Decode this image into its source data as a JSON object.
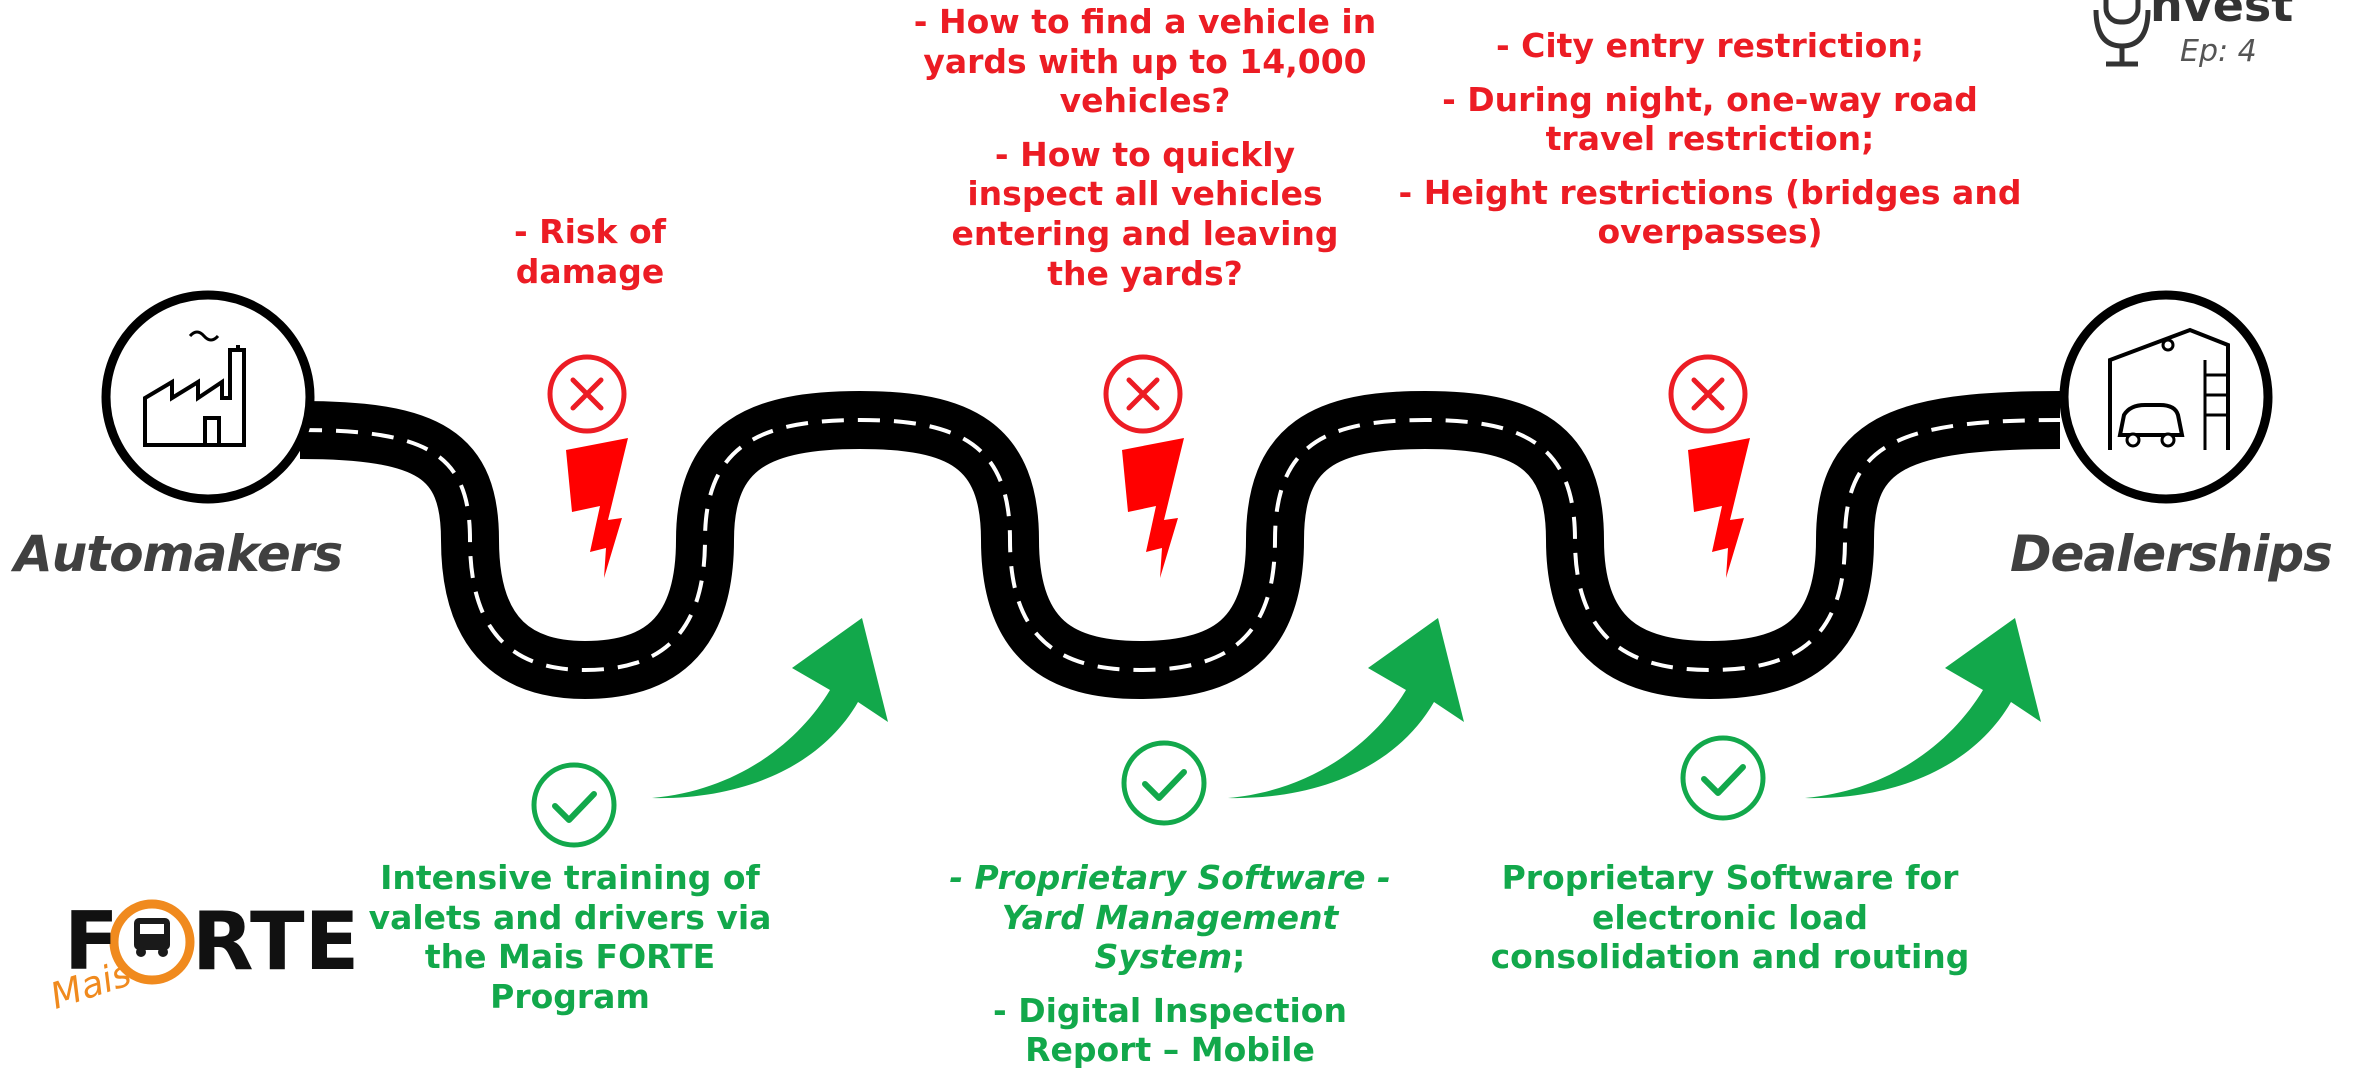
{
  "endpoints": {
    "start_label": "Automakers",
    "end_label": "Dealerships"
  },
  "podcast": {
    "brand_partial": "nvest",
    "episode": "Ep: 4"
  },
  "logo": {
    "text_f": "F",
    "text_rte": "RTE",
    "script": "Mais"
  },
  "challenges": [
    {
      "lines": [
        "- Risk of damage"
      ]
    },
    {
      "lines": [
        "- How to find a vehicle in yards with up to 14,000 vehicles?",
        "- How to quickly inspect all vehicles entering and leaving the yards?"
      ]
    },
    {
      "lines": [
        "- City entry restriction;",
        "- During night, one-way road travel restriction;",
        "- Height restrictions (bridges and overpasses)"
      ]
    }
  ],
  "solutions": [
    {
      "lines": [
        "Intensive training of valets and drivers via the Mais FORTE Program"
      ]
    },
    {
      "italic_line": "- Proprietary Software - Yard Management System",
      "italic_suffix": ";",
      "lines": [
        "- Digital Inspection Report – Mobile"
      ]
    },
    {
      "lines": [
        "Proprietary Software for electronic load consolidation and routing"
      ]
    }
  ],
  "colors": {
    "problem": "#ec1c24",
    "solution": "#12a84b",
    "road": "#000000",
    "label": "#404040"
  },
  "icons": {
    "start": "factory-icon",
    "end": "garage-car-icon",
    "problem": "x-circle-icon",
    "hazard": "lightning-bolt-icon",
    "solution": "check-circle-icon",
    "progress": "curved-arrow-icon",
    "podcast": "microphone-icon"
  }
}
